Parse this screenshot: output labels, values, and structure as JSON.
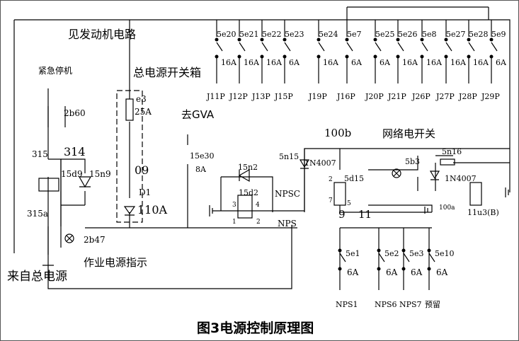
{
  "caption": "图3电源控制原理图",
  "labels": {
    "engine_circuit": "见发动机电路",
    "emergency_stop": "紧急停机",
    "main_power_box": "总电源开关箱",
    "to_gva": "去GVA",
    "from_main_power": "来自总电源",
    "work_power_indicator": "作业电源指示",
    "network_switch": "网络电开关",
    "node_100b": "100b",
    "node_315": "315",
    "node_314": "314",
    "node_315a": "315a",
    "node_09": "09",
    "node_9": "9",
    "node_11": "11",
    "npsc": "NPSC",
    "nps": "NPS",
    "node_100a": "100a"
  },
  "components": {
    "b2_60": "2b60",
    "d15_9": "15d9",
    "n15_9": "15n9",
    "b2_47": "2b47",
    "e3": "e3",
    "e3_rating": "25A",
    "d1": "D1",
    "d1_rating": "110A",
    "e15_30": "15e30",
    "e15_30_rating": "8A",
    "n15_2": "15n2",
    "d15_2": "15d2",
    "n5_15": "5n15",
    "n5_15_part": "1N4007",
    "d5_15": "5d15",
    "b5_3": "5b3",
    "n5_16": "5n16",
    "n5_16_part": "1N4007",
    "u11_3": "11u3(B)",
    "relay_pins": [
      "3",
      "4",
      "1",
      "2"
    ],
    "relay2_pins": [
      "2",
      "7",
      "5"
    ]
  },
  "top_breakers": [
    {
      "name": "5e20",
      "rating": "16A",
      "port": "J11P"
    },
    {
      "name": "5e21",
      "rating": "16A",
      "port": "J12P"
    },
    {
      "name": "5e22",
      "rating": "16A",
      "port": "J13P"
    },
    {
      "name": "5e23",
      "rating": "6A",
      "port": "J15P"
    },
    {
      "name": "5e24",
      "rating": "16A",
      "port": "J19P"
    },
    {
      "name": "5e7",
      "rating": "6A",
      "port": "J16P"
    },
    {
      "name": "5e25",
      "rating": "6A",
      "port": "J20P"
    },
    {
      "name": "5e26",
      "rating": "16A",
      "port": "J21P"
    },
    {
      "name": "5e8",
      "rating": "16A",
      "port": "J26P"
    },
    {
      "name": "5e27",
      "rating": "16A",
      "port": "J27P"
    },
    {
      "name": "5e28",
      "rating": "16A",
      "port": "J28P"
    },
    {
      "name": "5e9",
      "rating": "6A",
      "port": "J29P"
    }
  ],
  "bottom_breakers": [
    {
      "name": "5e1",
      "rating": "6A",
      "port": "NPS1"
    },
    {
      "name": "5e2",
      "rating": "6A",
      "port": "NPS6"
    },
    {
      "name": "5e3",
      "rating": "6A",
      "port": "NPS7"
    },
    {
      "name": "5e10",
      "rating": "6A",
      "port": "预留"
    }
  ]
}
